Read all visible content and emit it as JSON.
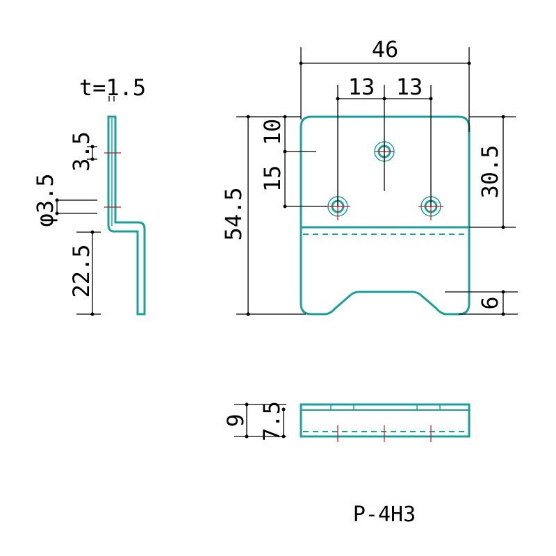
{
  "title": "P-4H3",
  "side_view": {
    "thickness": "t=1.5",
    "dim_hole_offset": "3.5",
    "dim_hole_dia": "φ3.5",
    "dim_lower": "22.5"
  },
  "front_view": {
    "width": "46",
    "pitch_left": "13",
    "pitch_right": "13",
    "height": "54.5",
    "dim_top_hole": "10",
    "dim_hole_spacing": "15",
    "dim_fold": "30.5",
    "dim_notch": "6"
  },
  "bottom_view": {
    "height": "9",
    "inner": "7.5"
  },
  "colors": {
    "part": "#1e9e9a",
    "centerline": "#c0141c",
    "dimension": "#000000"
  }
}
